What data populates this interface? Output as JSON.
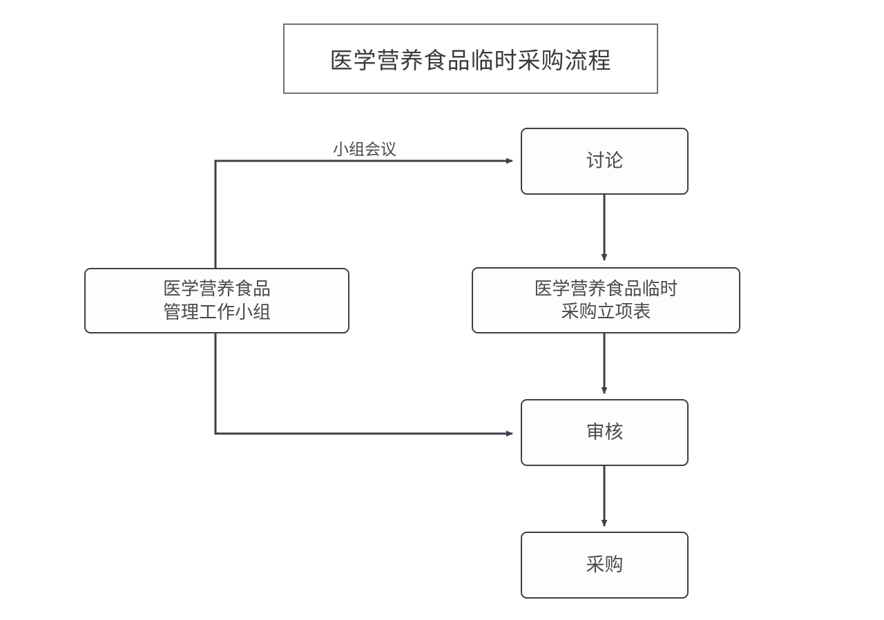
{
  "diagram": {
    "title": "医学营养食品临时采购流程",
    "background_color": "#ffffff",
    "node_border_color": "#3b3f46",
    "node_fill_color": "#fdfdfd",
    "edge_color": "#3b3f46",
    "text_color": "#4a4a4a"
  },
  "nodes": {
    "title": {
      "label": "医学营养食品临时采购流程",
      "shape": "rectangle"
    },
    "discussion": {
      "label": "讨论",
      "shape": "rounded-rectangle"
    },
    "workgroup": {
      "label": "医学营养食品\n管理工作小组",
      "shape": "rounded-rectangle"
    },
    "form": {
      "label": "医学营养食品临时\n采购立项表",
      "shape": "rounded-rectangle"
    },
    "review": {
      "label": "审核",
      "shape": "rounded-rectangle"
    },
    "purchase": {
      "label": "采购",
      "shape": "rounded-rectangle"
    }
  },
  "edges": [
    {
      "from": "workgroup",
      "to": "discussion",
      "label": "小组会议",
      "arrow": true
    },
    {
      "from": "discussion",
      "to": "form",
      "label": "",
      "arrow": true
    },
    {
      "from": "form",
      "to": "review",
      "label": "",
      "arrow": true
    },
    {
      "from": "workgroup",
      "to": "review",
      "label": "",
      "arrow": true
    },
    {
      "from": "review",
      "to": "purchase",
      "label": "",
      "arrow": true
    }
  ],
  "edge_labels": {
    "meeting": "小组会议"
  }
}
